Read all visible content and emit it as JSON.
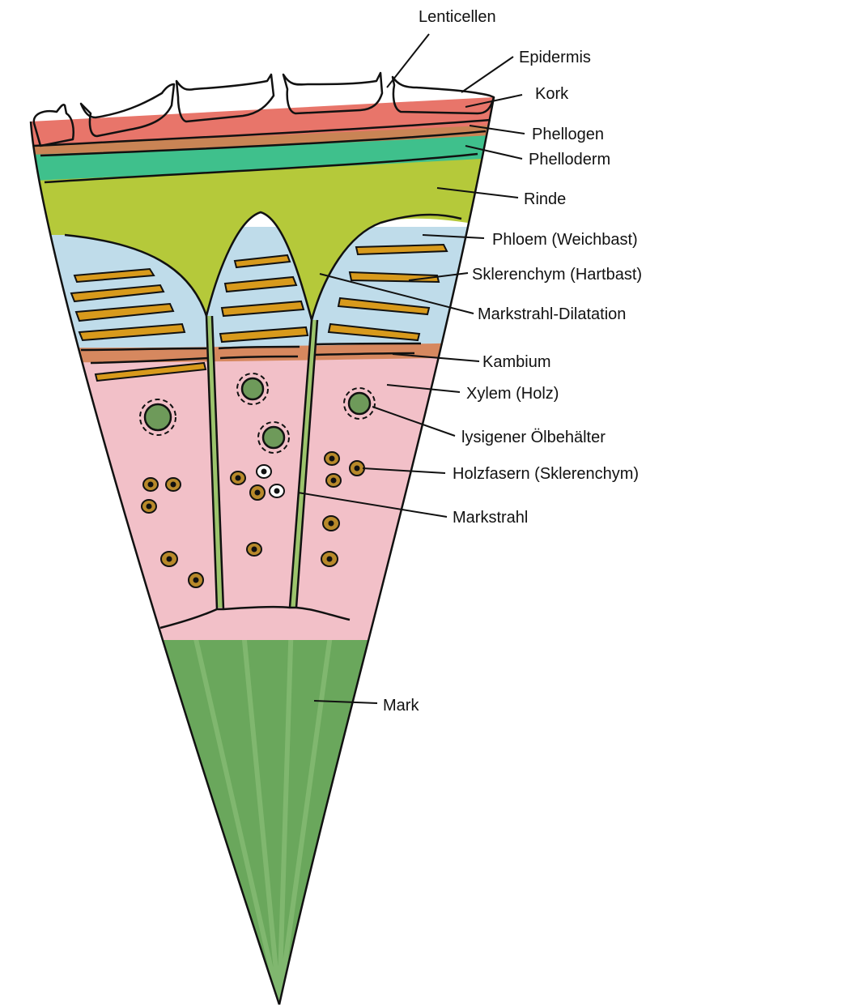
{
  "labels": {
    "lenticellen": "Lenticellen",
    "epidermis": "Epidermis",
    "kork": "Kork",
    "phellogen": "Phellogen",
    "phelloderm": "Phelloderm",
    "rinde": "Rinde",
    "phloem": "Phloem (Weichbast)",
    "sklerenchym": "Sklerenchym (Hartbast)",
    "markstrahl_dilatation": "Markstrahl-Dilatation",
    "kambium": "Kambium",
    "xylem": "Xylem (Holz)",
    "oelbehaelter": "lysigener Ölbehälter",
    "holzfasern": "Holzfasern (Sklerenchym)",
    "markstrahl": "Markstrahl",
    "mark": "Mark"
  },
  "colors": {
    "kork": "#e8756a",
    "phellogen": "#c98455",
    "phelloderm": "#3fc08c",
    "rinde": "#b5c93a",
    "phloem": "#bfdcea",
    "sklerenchym": "#d89a1c",
    "kambium": "#d6885f",
    "xylem": "#f2c0c8",
    "markstrahl": "#9cc46c",
    "mark": "#6aa75c",
    "oelbehaelter": "#6e9a5a",
    "holzfasern": "#b8892a"
  }
}
